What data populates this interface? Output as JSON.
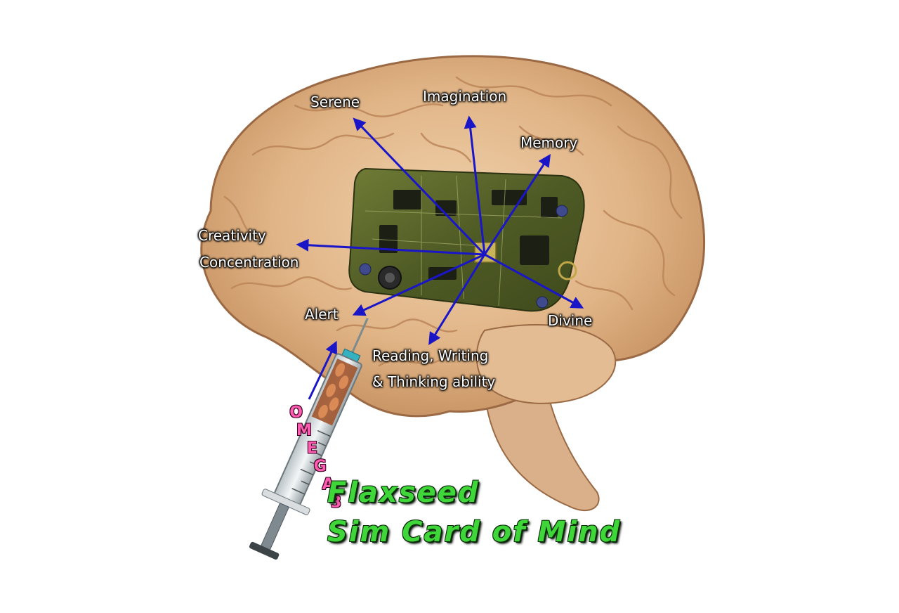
{
  "labels": {
    "serene": "Serene",
    "imagination": "Imagination",
    "memory": "Memory",
    "creativity": "Creativity",
    "concentration": "Concentration",
    "alert": "Alert",
    "divine": "Divine",
    "reading_line1": "Reading, Writing",
    "reading_line2": "& Thinking ability"
  },
  "syringe": {
    "text_letters": [
      "O",
      "M",
      "E",
      "G",
      "A",
      "3"
    ]
  },
  "title": {
    "line1": "Flaxseed",
    "line2": "Sim Card of Mind"
  },
  "colors": {
    "arrow": "#1a16c8",
    "title_green": "#3fd63a",
    "omega_pink": "#ff5db1",
    "brain": "#e6bf94",
    "circuit_board": "#5c6a2a"
  }
}
